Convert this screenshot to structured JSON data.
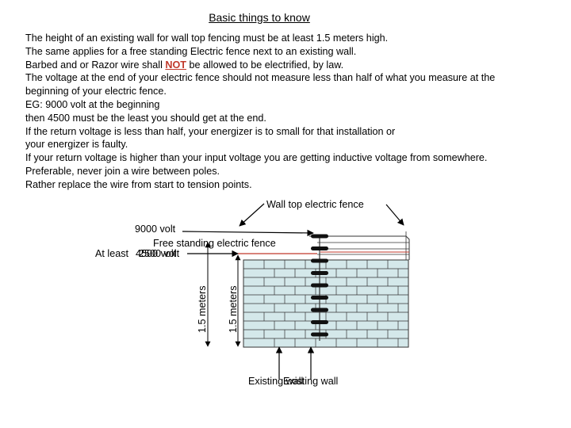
{
  "title": "Basic things to know",
  "lines": [
    {
      "text": "The height of an existing wall for wall top fencing must be at least 1.5 meters high."
    },
    {
      "text": "The same applies for a free standing Electric fence next to an existing wall."
    },
    {
      "pre": "Barbed and or Razor wire shall ",
      "emph": "NOT",
      "post": " be allowed to be electrified, by law."
    },
    {
      "text": "The voltage at the end of your electric fence should not measure less than half of what you measure at the"
    },
    {
      "text": "beginning of your electric fence."
    },
    {
      "text": "EG: 9000 volt at the beginning"
    },
    {
      "text": "then 4500 must be the least you should get at the end."
    },
    {
      "text": "If the return voltage is less than half, your energizer is to small for that installation or"
    },
    {
      "text": "your energizer is faulty."
    },
    {
      "text": "If your return voltage is higher than your input voltage you are getting inductive voltage from somewhere."
    },
    {
      "text": "Preferable, never join a wire between poles."
    },
    {
      "text": "Rather replace the wire from start to tension points."
    }
  ],
  "diagram": {
    "wall_top_label": "Wall top electric fence",
    "voltage_start": "9000 volt",
    "free_standing_label": "Free standing electric fence",
    "at_least_label": "At least",
    "voltage_end_overlap_a": "4500 volt",
    "voltage_end_overlap_b": "2500 volt",
    "height_label_1": "1.5 meters",
    "height_label_2": "1.5 meters",
    "existing_wall_label": "Existing wall",
    "existing_wall_label_overlap": "Existing wall",
    "colors": {
      "wall_fill": "#d4e8ea",
      "wall_lines": "#333333",
      "wire_red": "#c0392b",
      "insulator": "#111111"
    }
  }
}
